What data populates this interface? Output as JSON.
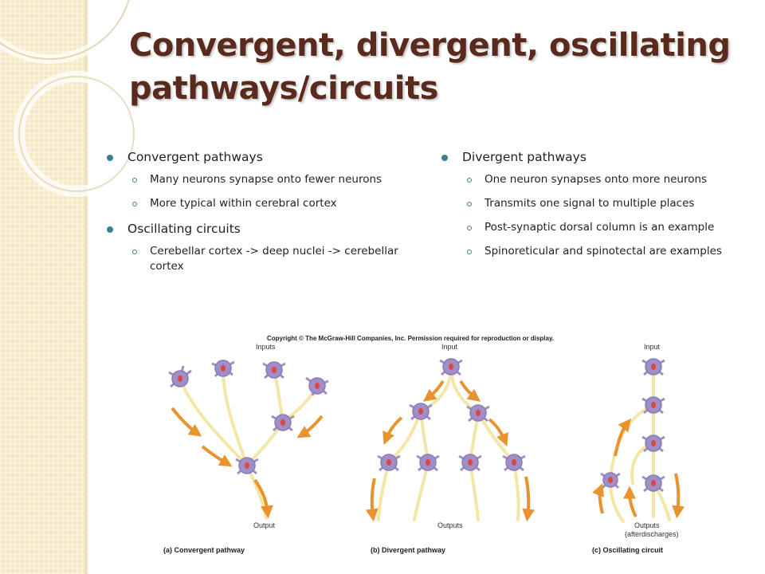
{
  "slide": {
    "title": "Convergent, divergent, oscillating pathways/circuits",
    "left_column": [
      {
        "label": "Convergent pathways",
        "subitems": [
          "Many neurons synapse onto fewer neurons",
          "More typical within cerebral cortex"
        ]
      },
      {
        "label": "Oscillating circuits",
        "subitems": [
          "Cerebellar cortex -> deep nuclei -> cerebellar cortex"
        ]
      }
    ],
    "right_column": [
      {
        "label": "Divergent pathways",
        "subitems": [
          "One neuron synapses onto more neurons",
          "Transmits one signal to multiple places",
          "Post-synaptic dorsal column is an example",
          "Spinoreticular and spinotectal are examples"
        ]
      }
    ]
  },
  "figure": {
    "copyright": "Copyright © The McGraw-Hill Companies, Inc. Permission required for reproduction or display.",
    "panels": {
      "a": {
        "top_label": "Inputs",
        "bottom_label": "Output",
        "caption": "(a) Convergent pathway"
      },
      "b": {
        "top_label": "Input",
        "bottom_label": "Outputs",
        "caption": "(b) Divergent pathway"
      },
      "c": {
        "top_label": "Input",
        "bottom_label": "Outputs",
        "bottom_sublabel": "(afterdischarges)",
        "caption": "(c) Oscillating circuit"
      }
    }
  },
  "colors": {
    "title": "#5a2a1c",
    "bullet": "#3c7f93",
    "sidebar": "#f6e8c4",
    "neuron": "#a08fc6",
    "axon": "#f3e6a6",
    "arrow": "#e8932e"
  }
}
